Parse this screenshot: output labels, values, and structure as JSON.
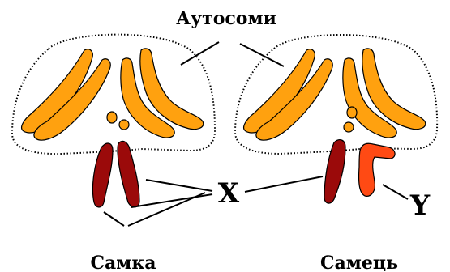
{
  "labels": {
    "autosomes": "Аутосоми",
    "x": "X",
    "y": "Y",
    "female": "Самка",
    "male": "Самець"
  },
  "colors": {
    "autosome_fill": "#FFA10F",
    "x_fill": "#9B0A0A",
    "y_fill": "#FF4A14",
    "outline": "#000000",
    "background": "#FFFFFF"
  }
}
